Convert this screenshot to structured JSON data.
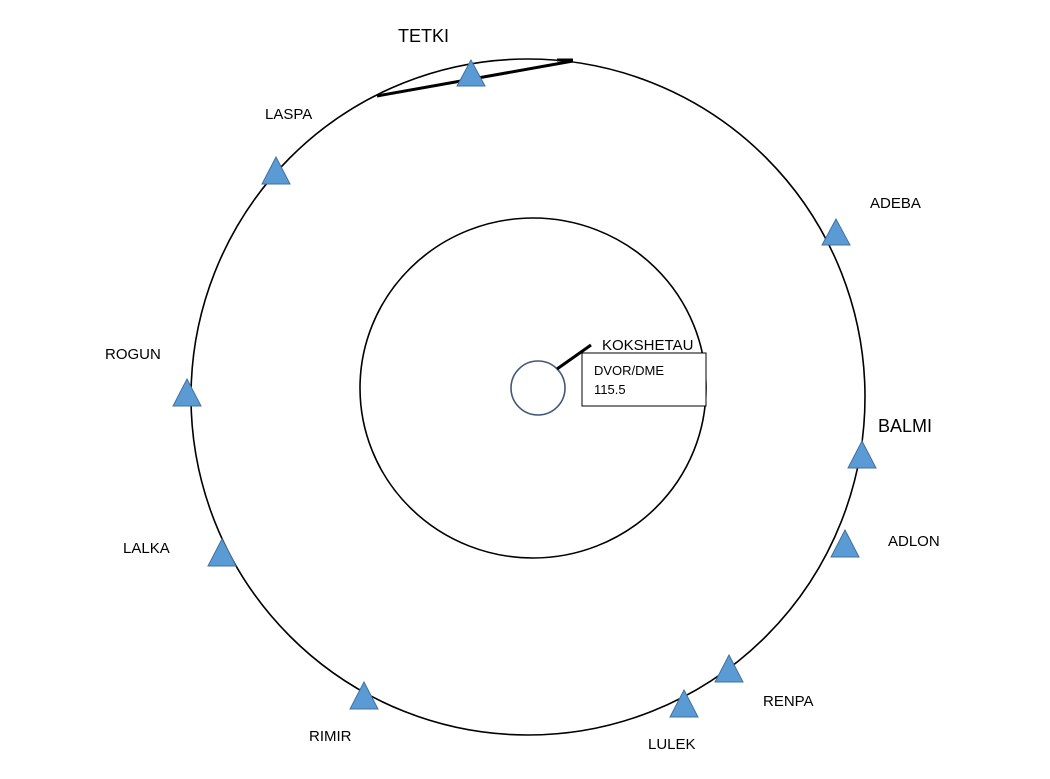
{
  "navaid": {
    "name": "KOKSHETAU",
    "type": "DVOR/DME",
    "frequency": "115.5"
  },
  "waypoints": [
    {
      "id": "tetki",
      "name": "TETKI",
      "emphasis": true
    },
    {
      "id": "laspa",
      "name": "LASPA",
      "emphasis": false
    },
    {
      "id": "adeba",
      "name": "ADEBA",
      "emphasis": false
    },
    {
      "id": "rogun",
      "name": "ROGUN",
      "emphasis": false
    },
    {
      "id": "balmi",
      "name": "BALMI",
      "emphasis": true
    },
    {
      "id": "adlon",
      "name": "ADLON",
      "emphasis": false
    },
    {
      "id": "lalka",
      "name": "LALKA",
      "emphasis": false
    },
    {
      "id": "renpa",
      "name": "RENPA",
      "emphasis": false
    },
    {
      "id": "lulek",
      "name": "LULEK",
      "emphasis": false
    },
    {
      "id": "rimir",
      "name": "RIMIR",
      "emphasis": false
    }
  ],
  "colors": {
    "triangle_fill": "#5b9bd5",
    "triangle_stroke": "#41719c",
    "center_circle_stroke": "#41587a",
    "line": "#000000"
  }
}
